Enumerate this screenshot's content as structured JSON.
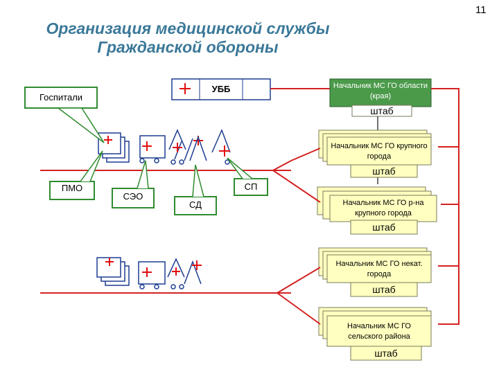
{
  "page_number": "11",
  "title": "Организация медицинской службы Гражданской обороны",
  "labels": {
    "hospitals": "Госпитали",
    "ubb": "УББ",
    "pmo": "ПМО",
    "seo": "СЭО",
    "sd": "СД",
    "sp": "СП"
  },
  "hierarchy": [
    {
      "title": "Начальник МС ГО области (края)",
      "hq": "штаб"
    },
    {
      "title": "Начальник МС ГО крупного города",
      "hq": "штаб"
    },
    {
      "title": "Начальник МС ГО р-на крупного города",
      "hq": "штаб"
    },
    {
      "title": "Начальник МС ГО некат. города",
      "hq": "штаб"
    },
    {
      "title": "Начальник МС ГО сельского района",
      "hq": "штаб"
    }
  ],
  "colors": {
    "title": "#3a7898",
    "connector_red": "#d42020",
    "callout_green": "#2e8b2e",
    "box_fill": "#ffffc0",
    "box_border": "#7a7a5a",
    "head_box_fill": "#3e8e3e",
    "icon_blue": "#1c3c90",
    "cross_red": "#e01010"
  },
  "icons": [
    "red-cross-icon",
    "tent-icon",
    "vehicle-icon",
    "stretcher-icon"
  ]
}
